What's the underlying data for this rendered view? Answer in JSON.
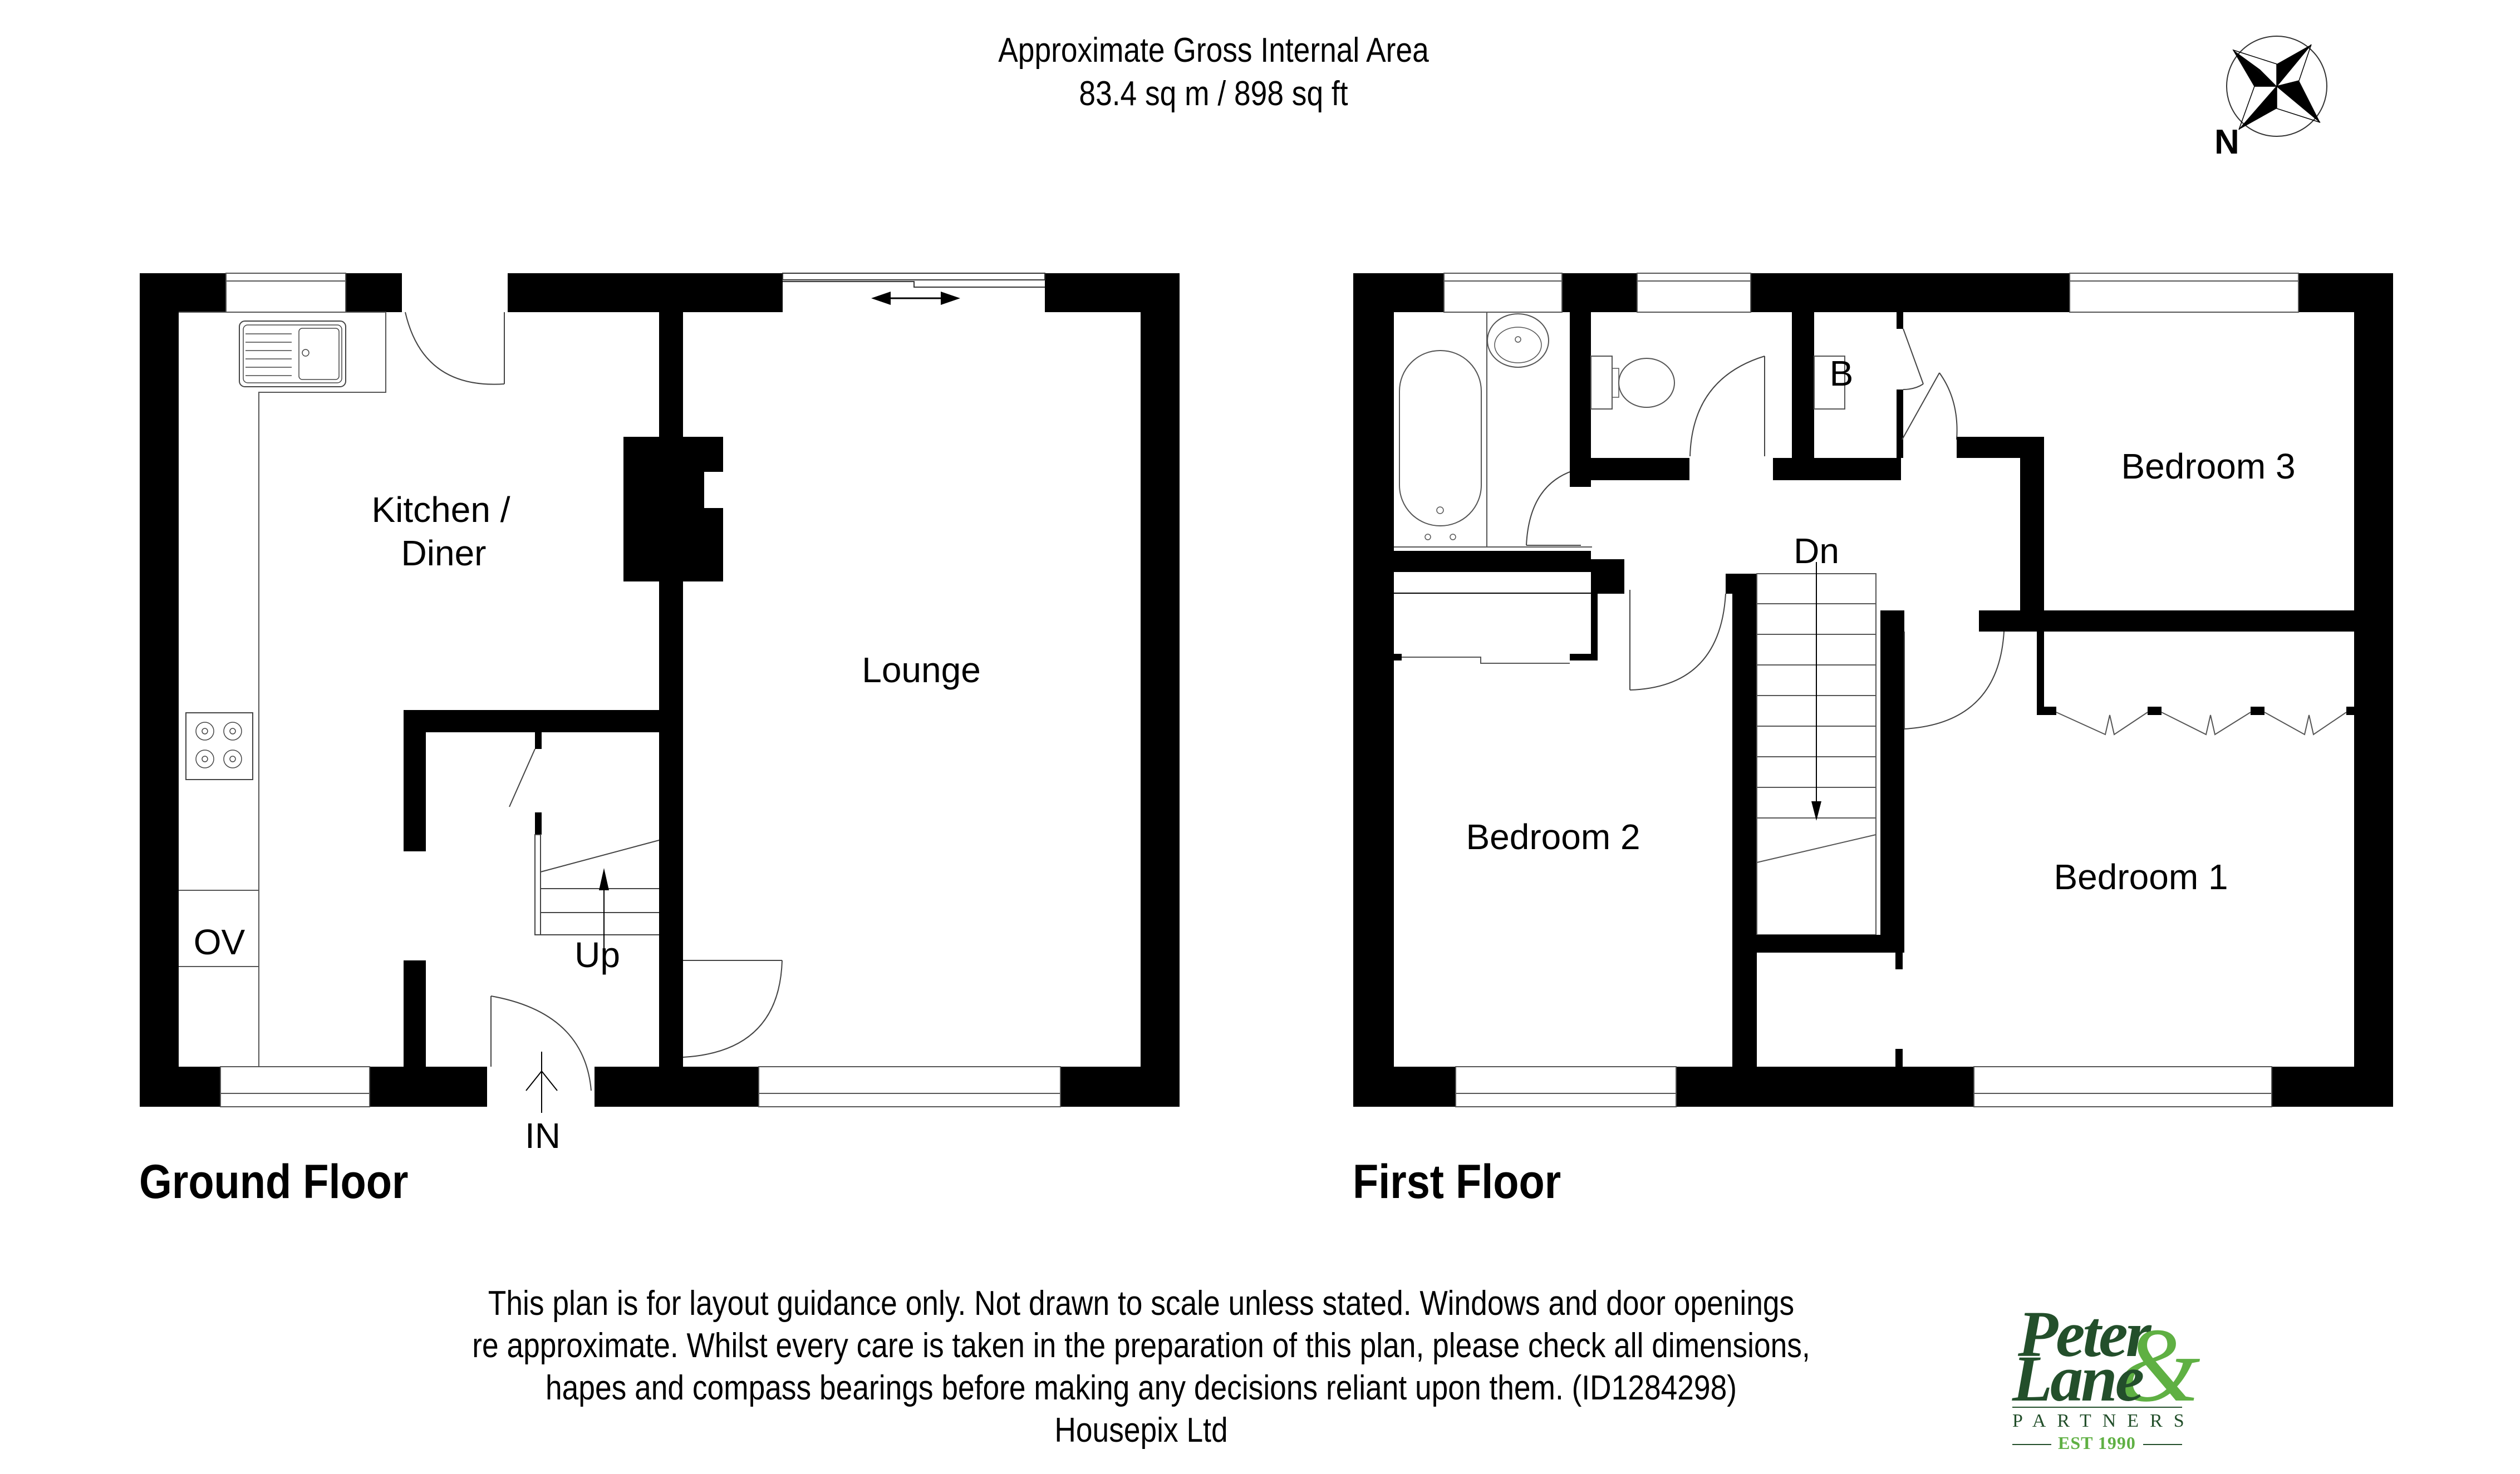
{
  "header": {
    "title": "Approximate Gross Internal Area",
    "area": "83.4 sq m / 898 sq ft"
  },
  "compass": {
    "icon": "compass-rose-icon",
    "label": "N"
  },
  "ground_floor": {
    "title": "Ground Floor",
    "rooms": [
      {
        "name": "Kitchen /",
        "name2": "Diner"
      },
      {
        "name": "Lounge"
      }
    ],
    "fixtures": {
      "oven": "OV",
      "stairs": "Up",
      "entrance": "IN"
    },
    "icons": [
      "sink-icon",
      "hob-icon",
      "sliding-door-icon",
      "entrance-arrow-icon",
      "stairs-up-arrow-icon"
    ]
  },
  "first_floor": {
    "title": "First Floor",
    "rooms": [
      {
        "name": "Bedroom 3"
      },
      {
        "name": "Bedroom 2"
      },
      {
        "name": "Bedroom 1"
      }
    ],
    "fixtures": {
      "boiler": "B",
      "stairs": "Dn"
    },
    "icons": [
      "bath-icon",
      "basin-icon",
      "toilet-icon",
      "wardrobe-icon",
      "stairs-down-arrow-icon"
    ]
  },
  "disclaimer": {
    "lines": [
      "This plan is for layout guidance only. Not drawn to scale unless stated. Windows and door openings",
      "re approximate. Whilst every care is taken in the preparation of this plan, please check all dimensions,",
      "hapes and compass bearings before making any decisions reliant upon them. (ID1284298)",
      "Housepix Ltd"
    ]
  },
  "logo": {
    "line1": "Peter",
    "ampersand": "&",
    "line2": "Lane",
    "partners": "PARTNERS",
    "est": "EST 1990",
    "colors": {
      "dark_green": "#234f2b",
      "light_green": "#5fb043"
    }
  },
  "colors": {
    "wall": "#000000",
    "background": "#ffffff",
    "line": "#555555"
  }
}
